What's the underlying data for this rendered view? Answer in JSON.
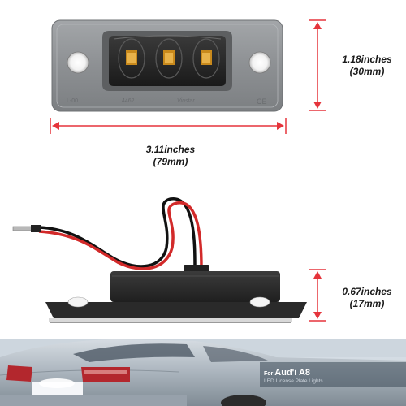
{
  "product": {
    "markings": [
      "L-00",
      "4462",
      "Vinstar",
      "CE"
    ]
  },
  "dimensions": {
    "height_top": {
      "inches": "1.18inches",
      "mm": "(30mm)"
    },
    "width": {
      "inches": "3.11inches",
      "mm": "(79mm)"
    },
    "height_side": {
      "inches": "0.67inches",
      "mm": "(17mm)"
    }
  },
  "car_banner": {
    "prefix": "For",
    "title": "Aud'i A8",
    "subtitle": "LED License Plate Lights"
  },
  "colors": {
    "dimension_arrow": "#e5343b",
    "housing_gray": "#8e9194",
    "car_silver": "#c4ccd4"
  }
}
